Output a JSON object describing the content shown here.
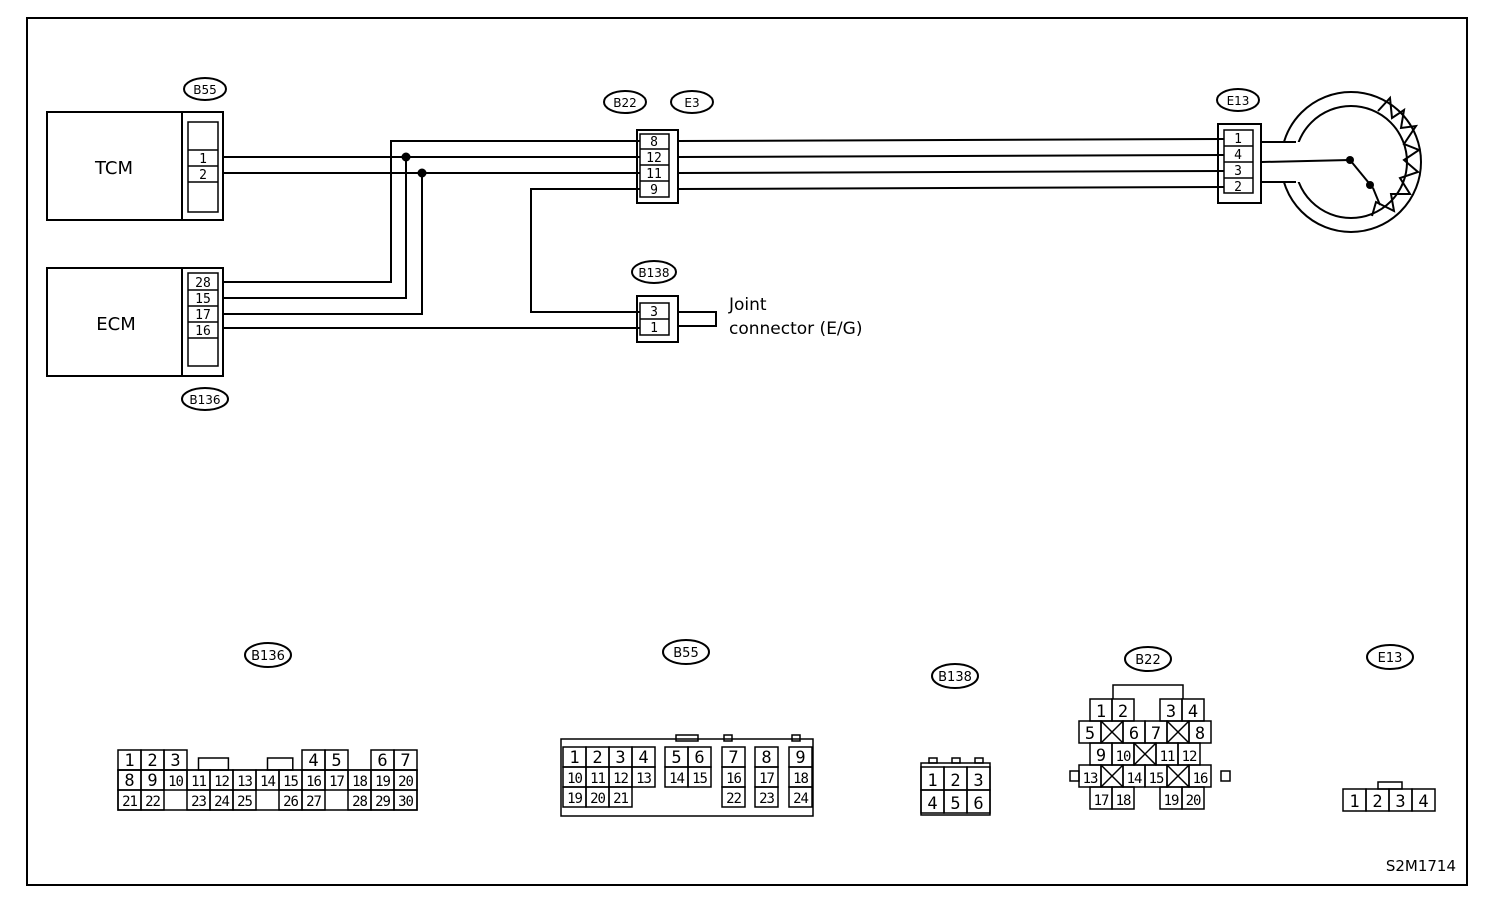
{
  "units": {
    "tcm": {
      "name": "TCM",
      "connector": "B55",
      "pins": [
        "1",
        "2"
      ]
    },
    "ecm": {
      "name": "ECM",
      "connector": "B136",
      "pins": [
        "28",
        "15",
        "17",
        "16"
      ]
    }
  },
  "connectors": {
    "b22": "B22",
    "e3": "E3",
    "b22_e3_pins": [
      "8",
      "12",
      "11",
      "9"
    ],
    "e13": "E13",
    "e13_pins": [
      "1",
      "4",
      "3",
      "2"
    ],
    "b138": "B138",
    "b138_pins": [
      "3",
      "1"
    ],
    "joint_line1": "Joint",
    "joint_line2": "connector (E/G)"
  },
  "faces": {
    "b136": {
      "label": "B136",
      "row1": [
        "1",
        "2",
        "3",
        "4",
        "5",
        "6",
        "7"
      ],
      "row2": [
        "8",
        "9",
        "10",
        "11",
        "12",
        "13",
        "14",
        "15",
        "16",
        "17",
        "18",
        "19",
        "20"
      ],
      "row3": [
        "21",
        "22",
        "23",
        "24",
        "25",
        "26",
        "27",
        "28",
        "29",
        "30"
      ]
    },
    "b55": {
      "label": "B55",
      "row1": [
        "1",
        "2",
        "3",
        "4",
        "5",
        "6",
        "7",
        "8",
        "9"
      ],
      "row2": [
        "10",
        "11",
        "12",
        "13",
        "14",
        "15",
        "16",
        "17",
        "18"
      ],
      "row3": [
        "19",
        "20",
        "21",
        "22",
        "23",
        "24"
      ]
    },
    "b138": {
      "label": "B138",
      "row1": [
        "1",
        "2",
        "3"
      ],
      "row2": [
        "4",
        "5",
        "6"
      ]
    },
    "b22": {
      "label": "B22",
      "row1": [
        "1",
        "2",
        "3",
        "4"
      ],
      "row2": [
        "5",
        "6",
        "7",
        "8"
      ],
      "row3": [
        "9",
        "10",
        "11",
        "12"
      ],
      "row4": [
        "13",
        "14",
        "15",
        "16"
      ],
      "row5": [
        "17",
        "18",
        "19",
        "20"
      ]
    },
    "e13": {
      "label": "E13",
      "row1": [
        "1",
        "2",
        "3",
        "4"
      ]
    }
  },
  "figure_code": "S2M1714"
}
